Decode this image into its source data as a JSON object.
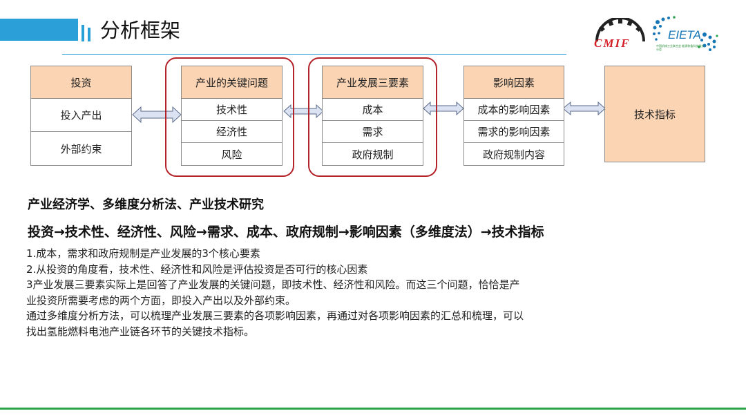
{
  "header": {
    "title": "分析框架",
    "logos": {
      "cmif": {
        "text": "CMIF",
        "color": "#d41f26"
      },
      "eieta": {
        "text": "EIETA",
        "color": "#1676b6",
        "subtitle": "中国机械工业联合会 能源装备科技服务分会"
      }
    }
  },
  "diagram": {
    "columns": [
      {
        "header": "投资",
        "items": [
          "投入产出",
          "外部约束"
        ]
      },
      {
        "header": "产业的关键问题",
        "items": [
          "技术性",
          "经济性",
          "风险"
        ]
      },
      {
        "header": "产业发展三要素",
        "items": [
          "成本",
          "需求",
          "政府规制"
        ]
      },
      {
        "header": "影响因素",
        "items": [
          "成本的影响因素",
          "需求的影响因素",
          "政府规制内容"
        ]
      },
      {
        "header": "技术指标",
        "items": []
      }
    ],
    "colors": {
      "header_fill": "#fbd4b4",
      "highlight_ring": "#b4232a",
      "arrow_fill": "#dbe3f3"
    }
  },
  "content": {
    "methods": "产业经济学、多维度分析法、产业技术研究",
    "flow": "投资→技术性、经济性、风险→需求、成本、政府规制→影响因素（多维度法）→技术指标",
    "notes": [
      "1.成本，需求和政府规制是产业发展的3个核心要素",
      "2.从投资的角度看，技术性、经济性和风险是评估投资是否可行的核心因素",
      "3产业发展三要素实际上是回答了产业发展的关键问题，即技术性、经济性和风险。而这三个问题，恰恰是产",
      "业投资所需要考虑的两个方面，即投入产出以及外部约束。",
      "通过多维度分析方法，可以梳理产业发展三要素的各项影响因素，再通过对各项影响因素的汇总和梳理，可以",
      "找出氢能燃料电池产业链各环节的关键技术指标。"
    ]
  }
}
